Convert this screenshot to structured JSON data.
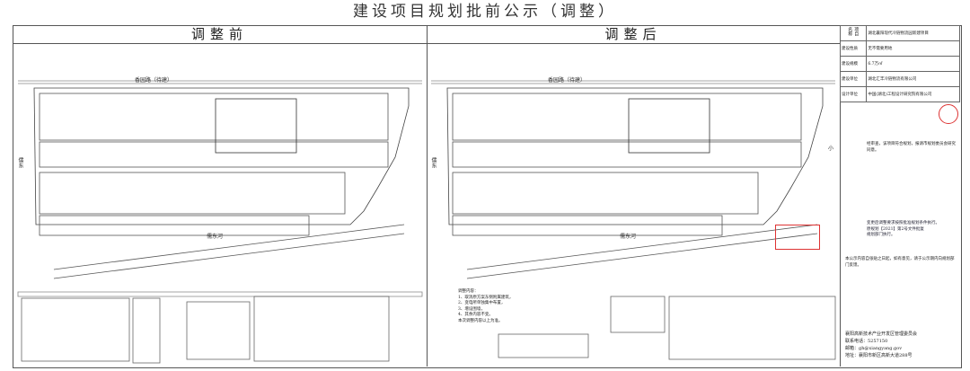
{
  "title": "建设项目规划批前公示（调整）",
  "panels": [
    {
      "head": "调整前"
    },
    {
      "head": "调整后"
    }
  ],
  "roads": {
    "north": "香园路（待建）",
    "south": "儒东河",
    "west": "儒东",
    "east": "小"
  },
  "right": {
    "project_name": "湖北襄阳现代冷链物流园新建项目",
    "rows": [
      {
        "label": "项目名称",
        "value": "湖北襄阳现代冷链物流园新建项目"
      },
      {
        "label": "建设性质",
        "value": "无不需要用地"
      },
      {
        "label": "建设规模",
        "value": "6.7万㎡"
      },
      {
        "label": "建设单位",
        "value": "湖北汇丰冷链物流有限公司"
      },
      {
        "label": "设计单位",
        "value": "中国(湖北)工程设计研究院有限公司"
      }
    ],
    "opinion": "经审查，该项目符合规划，报请市规划委员会研究同意。",
    "red_notes": [
      "变更后调整要求按照批准规划条件执行。",
      "原规划【2021】第2号文件批复",
      "规划部门执行。"
    ],
    "notice": "本公示内容自张贴之日起，如有意见，请于公示期内向规划部门反馈。",
    "contact": "联系电话：5257150",
    "email": "邮箱：gh@xiangyang.gov",
    "address": "地址：襄阳市新区高新大道288号",
    "org": "襄阳高新技术产业开发区管理委员会"
  },
  "adjust_notes": [
    "调整内容：",
    "1、取消原方案东侧附属建筑，",
    "2、变电所单独集中布置，",
    "3、增设围墙，",
    "4、其余内容不变。",
    "本次调整内容以上为准。"
  ]
}
